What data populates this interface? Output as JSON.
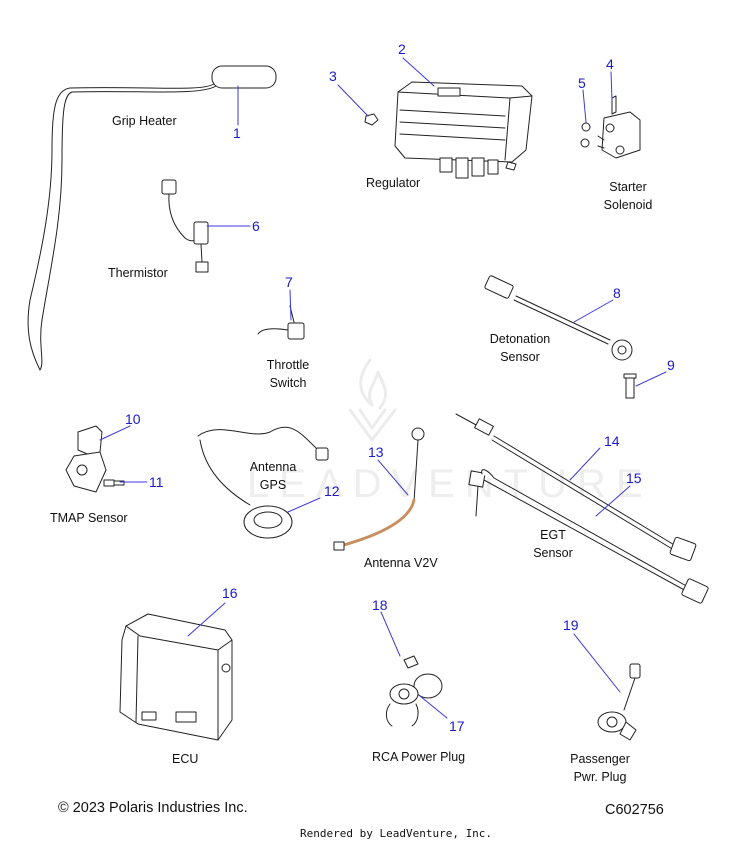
{
  "watermark": {
    "text": "LEADVENTURE"
  },
  "parts": [
    {
      "num": "1",
      "label": "Grip Heater"
    },
    {
      "num": "2",
      "label": "Regulator"
    },
    {
      "num": "3",
      "label": ""
    },
    {
      "num": "4",
      "label": "Starter\nSolenoid"
    },
    {
      "num": "5",
      "label": ""
    },
    {
      "num": "6",
      "label": "Thermistor"
    },
    {
      "num": "7",
      "label": "Throttle\nSwitch"
    },
    {
      "num": "8",
      "label": "Detonation\nSensor"
    },
    {
      "num": "9",
      "label": ""
    },
    {
      "num": "10",
      "label": "TMAP Sensor"
    },
    {
      "num": "11",
      "label": ""
    },
    {
      "num": "12",
      "label": "Antenna\nGPS"
    },
    {
      "num": "13",
      "label": "Antenna V2V"
    },
    {
      "num": "14",
      "label": "EGT\nSensor"
    },
    {
      "num": "15",
      "label": ""
    },
    {
      "num": "16",
      "label": "ECU"
    },
    {
      "num": "17",
      "label": "RCA Power Plug"
    },
    {
      "num": "18",
      "label": ""
    },
    {
      "num": "19",
      "label": "Passenger\nPwr. Plug"
    }
  ],
  "footer": {
    "copyright": "© 2023 Polaris Industries Inc.",
    "diagram_code": "C602756",
    "credit": "Rendered by LeadVenture, Inc."
  },
  "colors": {
    "callout": "#1a1acc",
    "leader": "#3a3ad6",
    "part_line": "#222222",
    "antenna_v2v": "#c89060"
  }
}
